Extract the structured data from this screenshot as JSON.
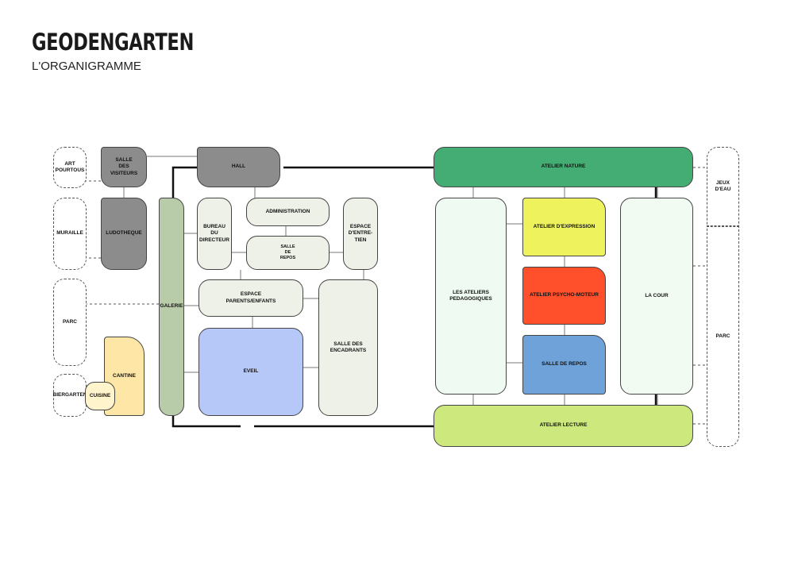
{
  "header": {
    "title": "GEODENGARTEN",
    "subtitle": "L'ORGANIGRAMME"
  },
  "left_side": {
    "art_pourtous": "ART\nPOURTOUS",
    "muraille": "MURAILLE",
    "parc": "PARC",
    "biergarten": "BIERGARTEN"
  },
  "rooms": {
    "salle_visiteurs": "SALLE\nDES\nVISITEURS",
    "ludotheque": "LUDOTHEQUE",
    "cantine": "CANTINE",
    "cuisine": "CUISINE",
    "galerie": "GALERIE",
    "hall": "HALL",
    "bureau_directeur": "BUREAU\nDU\nDIRECTEUR",
    "administration": "ADMINISTRATION",
    "espace_entretien": "ESPACE\nD'ENTRE-\nTIEN",
    "salle_repos_admin": "SALLE\nDE\nREPOS",
    "espace_parents": "ESPACE\nPARENTS/ENFANTS",
    "eveil": "EVEIL",
    "salle_encadrants": "SALLE DES ENCADRANTS",
    "atelier_nature": "ATELIER NATURE",
    "ateliers_pedagogiques": "LES ATELIERS\nPEDAGOGIQUES",
    "atelier_expression": "ATELIER D'EXPRESSION",
    "atelier_psycho": "ATELIER PSYCHO-MOTEUR",
    "salle_repos": "SALLE DE REPOS",
    "la_cour": "LA COUR",
    "atelier_lecture": "ATELIER LECTURE"
  },
  "right_side": {
    "jeux_deau": "JEUX D'EAU",
    "parc": "PARC"
  },
  "colors": {
    "grey": "#8c8c8c",
    "galerie": "#b9ccaa",
    "cream": "#eef1e8",
    "cantine": "#fde6a6",
    "eveil": "#b6c8f7",
    "atelier_nature": "#44ad74",
    "ateliers_ped": "#eefaf2",
    "expression": "#eef25c",
    "psycho": "#ff4f2b",
    "salle_repos": "#6fa2d8",
    "lecture": "#cde87c",
    "cour": "#f2fbf2"
  }
}
